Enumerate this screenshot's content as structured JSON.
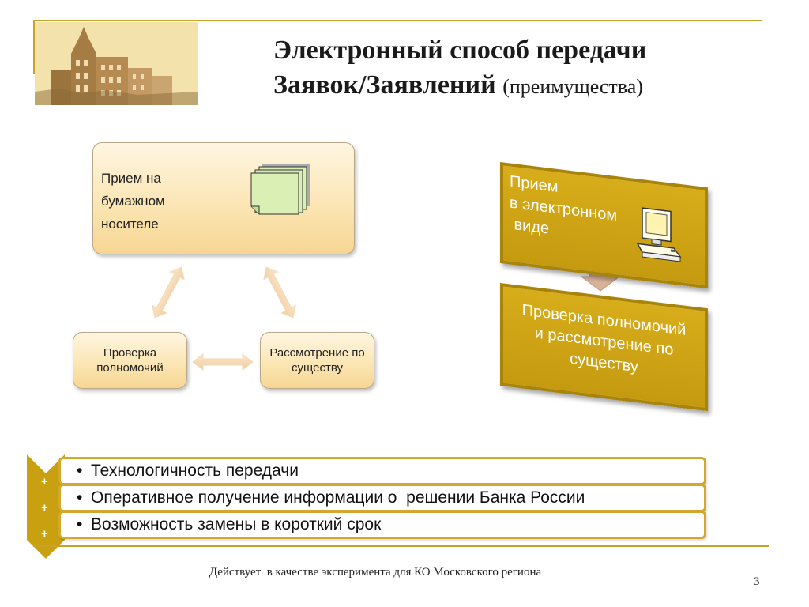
{
  "title": {
    "line1": "Электронный способ передачи",
    "line2_main": "Заявок/Заявлений",
    "line2_sub": "(преимущества)"
  },
  "cycle": {
    "paper": [
      "Прием на",
      "бумажном",
      "носителе"
    ],
    "check": "Проверка полномочий",
    "review": "Рассмотрение по существу"
  },
  "electronic": {
    "receive": [
      "Прием",
      "в электронном",
      " виде"
    ],
    "check_review": [
      "Проверка полномочий",
      "и рассмотрение по",
      "существу"
    ]
  },
  "benefits": {
    "plus": "+",
    "items": [
      "Технологичность передачи",
      "Оперативное получение информации о  решении Банка России",
      "Возможность замены в короткий срок"
    ]
  },
  "footer": {
    "note": "Действует  в качестве эксперимента для КО Московского региона",
    "page": "3"
  },
  "colors": {
    "accent_gold": "#c9a227",
    "box_gold": "#c9a010",
    "arrow_peach": "#f5d6b0"
  }
}
